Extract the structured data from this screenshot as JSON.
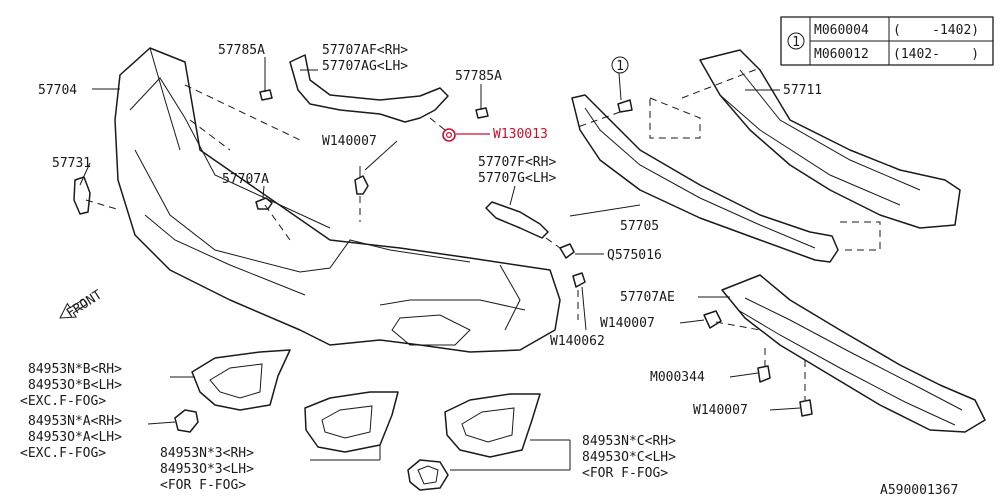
{
  "table": {
    "ref_number": "1",
    "rows": [
      {
        "part": "M060004",
        "range": "(    -1402)"
      },
      {
        "part": "M060012",
        "range": "(1402-    )"
      }
    ]
  },
  "labels": {
    "p57704": "57704",
    "p57785a_left": "57785A",
    "p57707af": "57707AF<RH>",
    "p57707ag": "57707AG<LH>",
    "p57785a_right": "57785A",
    "w130013": "W130013",
    "w140007_top": "W140007",
    "p57731": "57731",
    "p57707a": "57707A",
    "p57707f": "57707F<RH>",
    "p57707g": "57707G<LH>",
    "p57705": "57705",
    "q575016": "Q575016",
    "p57711": "57711",
    "callout_1": "1",
    "p57707ae": "57707AE",
    "w140007_mid": "W140007",
    "w140062": "W140062",
    "m000344": "M000344",
    "w140007_bottom": "W140007",
    "front": "FRONT",
    "fog_b_rh": "84953N*B<RH>",
    "fog_b_lh": "84953O*B<LH>",
    "fog_b_note": "<EXC.F-FOG>",
    "fog_a_rh": "84953N*A<RH>",
    "fog_a_lh": "84953O*A<LH>",
    "fog_a_note": "<EXC.F-FOG>",
    "fog_3_rh": "84953N*3<RH>",
    "fog_3_lh": "84953O*3<LH>",
    "fog_3_note": "<FOR F-FOG>",
    "fog_c_rh": "84953N*C<RH>",
    "fog_c_lh": "84953O*C<LH>",
    "fog_c_note": "<FOR F-FOG>",
    "diagram_id": "A590001367"
  },
  "colors": {
    "line": "#1a1a1a",
    "highlight": "#c8102e",
    "background": "#ffffff"
  }
}
